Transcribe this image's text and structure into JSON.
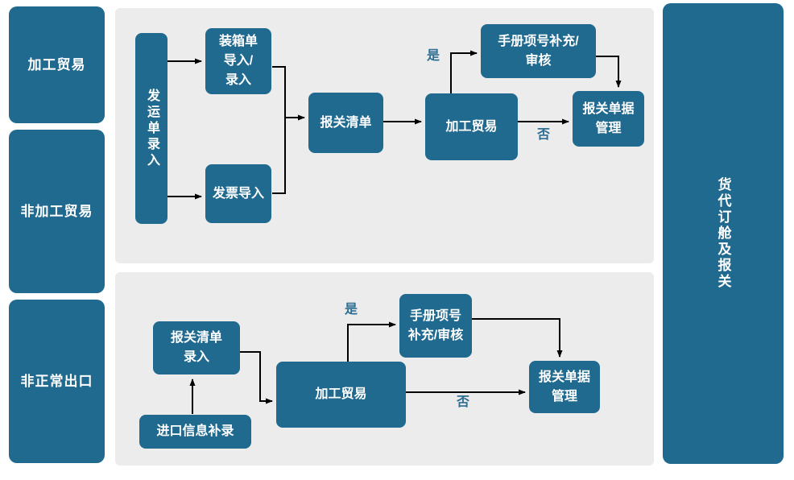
{
  "colors": {
    "box_blue": "#20698f",
    "panel_gray": "#ececec",
    "label_blue": "#2e6e93",
    "arrow_black": "#000000",
    "text_white": "#ffffff"
  },
  "sidebar_left": {
    "items": [
      {
        "label": "加工贸易"
      },
      {
        "label": "非加工贸易"
      },
      {
        "label": "非正常出口"
      }
    ]
  },
  "sidebar_right": {
    "label": "货代订舱及报关"
  },
  "top_flow": {
    "shipping_entry": "发运单录入",
    "packing_list": "装箱单\n导入/\n录入",
    "invoice_import": "发票导入",
    "declaration_list": "报关清单",
    "processing_trade": "加工贸易",
    "manual_item": "手册项号补充/\n审核",
    "customs_docs": "报关单据\n管理",
    "yes_label": "是",
    "no_label": "否"
  },
  "bottom_flow": {
    "declaration_entry": "报关清单\n录入",
    "import_info": "进口信息补录",
    "processing_trade": "加工贸易",
    "manual_item": "手册项号\n补充/审核",
    "customs_docs": "报关单据\n管理",
    "yes_label": "是",
    "no_label": "否"
  }
}
